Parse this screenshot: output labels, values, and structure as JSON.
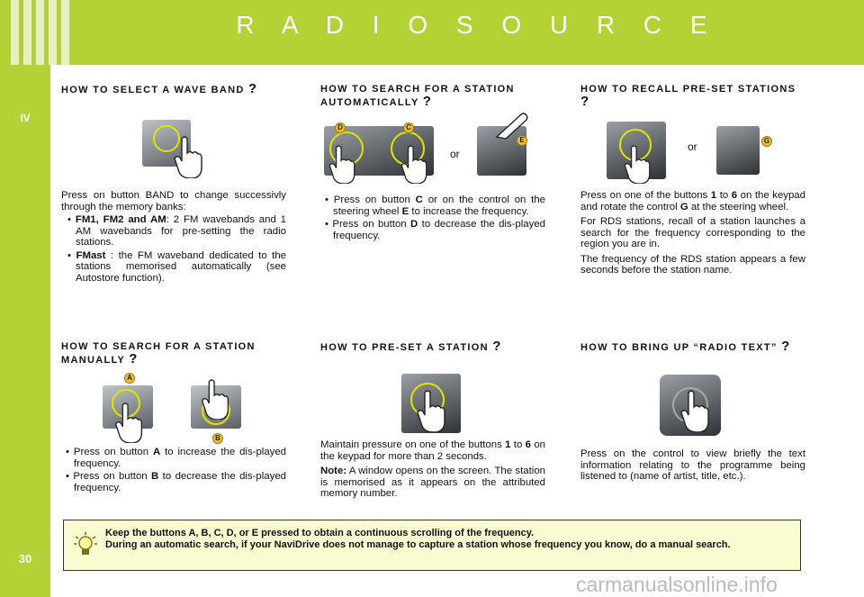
{
  "header": {
    "title": "R A D I O   S O U R C E",
    "chapter": "IV",
    "page_number": "30",
    "colors": {
      "accent": "#b2d235",
      "note_bg": "#fbfbd2",
      "badge": "#f0c02a"
    }
  },
  "sections": {
    "wave_band": {
      "title": "How to select a wave band",
      "q": "?",
      "intro": "Press on button BAND to change successivly through the memory banks:",
      "items": [
        {
          "label": "FM1, FM2 and AM",
          "text": ": 2 FM wavebands and 1 AM wavebands for pre-setting the radio stations."
        },
        {
          "label": "FMast",
          "text": " : the FM waveband dedicated to the stations memorised automatically (see Autostore function)."
        }
      ]
    },
    "auto_search": {
      "title": "How to search for a station automatically",
      "q": "?",
      "or": "or",
      "badges": [
        "D",
        "C",
        "E"
      ],
      "items": [
        {
          "pre": "Press on button ",
          "key": "C",
          "post": " or on the control on the steering wheel ",
          "key2": "E",
          "post2": " to increase the frequency."
        },
        {
          "pre": "Press on button ",
          "key": "D",
          "post": " to decrease the dis-played frequency."
        }
      ]
    },
    "recall": {
      "title": "How to recall pre-set stations",
      "q": "?",
      "or": "or",
      "badge": "G",
      "p1_pre": "Press on one of the buttons ",
      "p1_k1": "1",
      "p1_mid": " to ",
      "p1_k2": "6",
      "p1_mid2": " on the keypad and rotate the control ",
      "p1_k3": "G",
      "p1_post": " at the steering wheel.",
      "p2": "For RDS stations, recall of a station launches a search for the frequency corresponding to the region you are in.",
      "p3": "The frequency of the RDS station appears a few seconds before the station name."
    },
    "manual": {
      "title": "How to search for a station manually",
      "q": "?",
      "badges": [
        "A",
        "B"
      ],
      "items": [
        {
          "pre": "Press on button ",
          "key": "A",
          "post": " to increase the dis-played frequency."
        },
        {
          "pre": "Press on button ",
          "key": "B",
          "post": " to decrease the dis-played frequency."
        }
      ]
    },
    "preset": {
      "title": "How to pre-set a station",
      "q": "?",
      "p1_pre": "Maintain pressure on one of the buttons ",
      "p1_k1": "1",
      "p1_mid": " to ",
      "p1_k2": "6",
      "p1_post": " on the keypad for more than 2 seconds.",
      "note_label": "Note:",
      "note_text": " A window opens on the screen. The station is memorised as it appears on the attributed memory number."
    },
    "radio_text": {
      "title": "How to bring up “Radio Text”",
      "q": "?",
      "p1": "Press on the control to view briefly the text information relating to the programme being listened to (name of artist, title, etc.)."
    }
  },
  "note": {
    "icon": "lightbulb-icon",
    "line1": "Keep the buttons A, B, C, D, or E pressed to obtain a continuous scrolling of the frequency.",
    "line2": "During an automatic search, if your NaviDrive does not manage to capture a station whose frequency you know, do a manual search."
  },
  "footer": {
    "watermark": "carmanualsonline.info"
  }
}
